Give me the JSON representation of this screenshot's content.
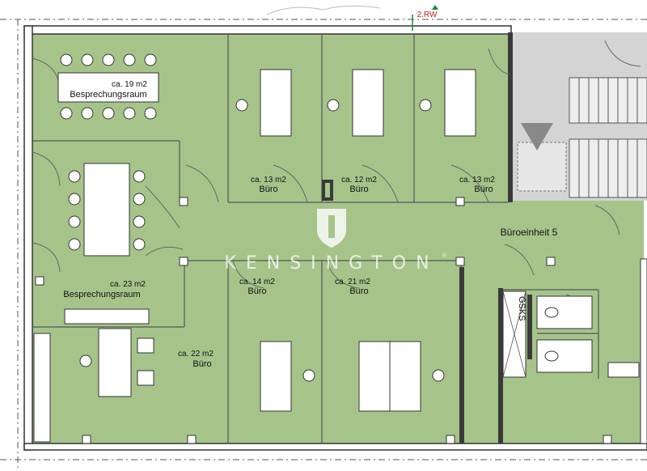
{
  "marker": {
    "text": "2.RW",
    "color": "#1a8a3a"
  },
  "rooms": {
    "bespr1": {
      "area": "ca. 19 m2",
      "name": "Besprechungsraum"
    },
    "buero_a": {
      "area": "ca. 13 m2",
      "name": "Büro"
    },
    "buero_b": {
      "area": "ca. 12 m2",
      "name": "Büro"
    },
    "buero_c": {
      "area": "ca. 13 m2",
      "name": "Büro"
    },
    "bespr2": {
      "area": "ca. 23 m2",
      "name": "Besprechungsraum"
    },
    "buero_d": {
      "area": "ca. 14 m2",
      "name": "Büro"
    },
    "buero_e": {
      "area": "ca. 21 m2",
      "name": "Büro"
    },
    "buero_f": {
      "area": "ca. 22 m2",
      "name": "Büro"
    }
  },
  "unit_label": "Büroeinheit 5",
  "shaft_label": "GSKS",
  "watermark": {
    "brand": "KENSINGTON",
    "mark": "®"
  },
  "colors": {
    "floor": "#a6c48a",
    "wall": "#3a3a3a",
    "stair": "#d4d4d4"
  },
  "icons": {
    "watermark_logo": "shield-logo-icon",
    "marker": "arrow-up-icon",
    "stair_arrow": "triangle-down-icon"
  }
}
